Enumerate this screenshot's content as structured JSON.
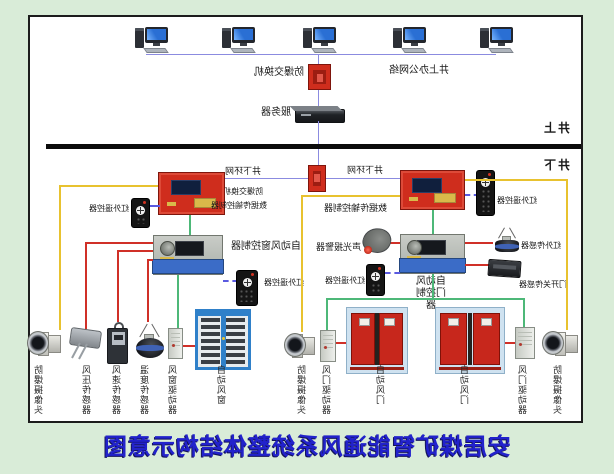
{
  "title": "安居煤矿智能通风系统整体结构示意图",
  "surface": {
    "office_network": "井上办公网络",
    "switch": "防爆交换机",
    "server": "服务器",
    "workstation_icon": "desktop-computer",
    "workstation_count": 5
  },
  "zones": {
    "above": "井上",
    "below": "井下"
  },
  "underground": {
    "ring_network": "井下环网",
    "switch": "防爆交换机",
    "data_controller": "数据传输控制器",
    "remote": "红外遥控器",
    "window_controller": "自动风窗控制器",
    "door_controller_lines": [
      "自动风",
      "门控制",
      "器"
    ],
    "alarm": "声光报警器",
    "ir_sensor": "红外传感器",
    "door_switch": "门开关传感器"
  },
  "field": {
    "camera": "防爆摄像头",
    "door_driver": "风门驱动器",
    "auto_door": "自动风门",
    "auto_window": "自动风窗",
    "window_driver": "风窗驱动器",
    "temp_sensor": "温度传感器",
    "speed_sensor": "风速传感器",
    "pressure_sensor": "风压传感器"
  },
  "colors": {
    "background": "#d9ecd8",
    "device_red": "#cf2d1d",
    "panel_blue": "#3b6cc7",
    "window_blue": "#2f80c9",
    "network_line": "#8b8be0",
    "cable_yellow": "#e8c22f",
    "cable_green": "#4db878",
    "cable_red": "#d03028",
    "title_blue": "#2222cc"
  }
}
